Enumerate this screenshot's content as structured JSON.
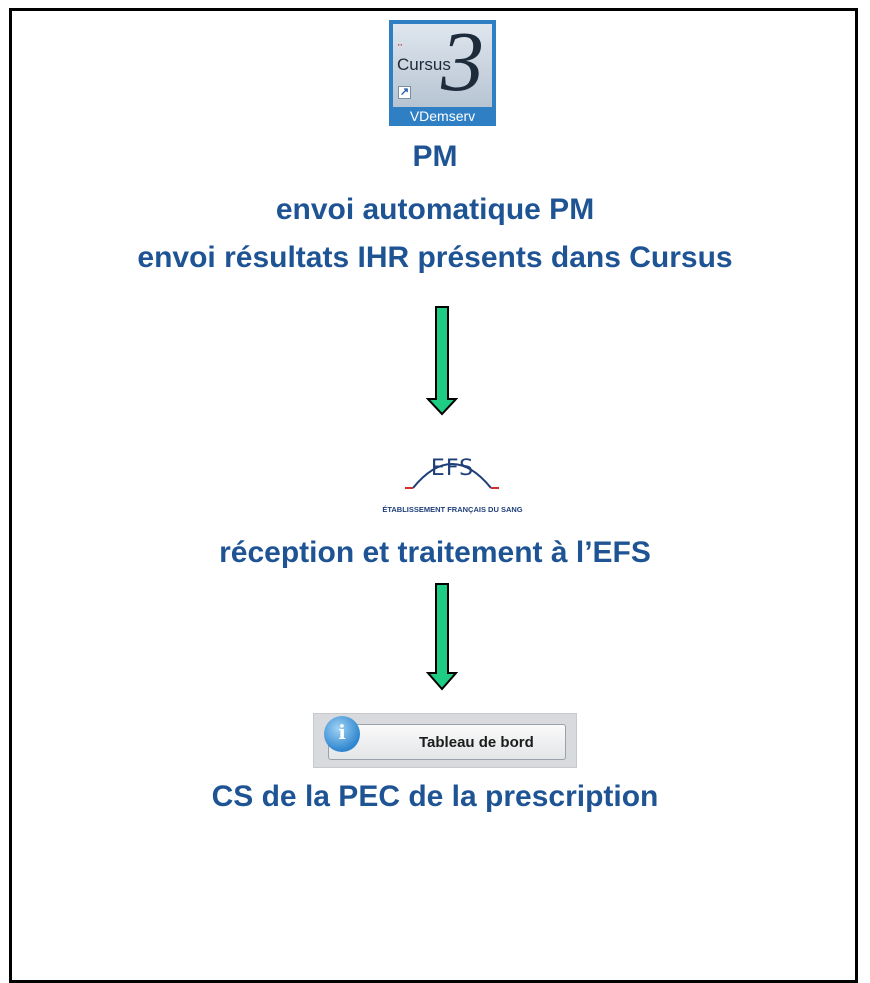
{
  "app_icon": {
    "name": "Cursus",
    "number": "3",
    "label": "VDemserv"
  },
  "step1": {
    "title": "PM",
    "line1": "envoi automatique PM",
    "line2": "envoi résultats IHR présents dans Cursus"
  },
  "efs_logo": {
    "word": "EFS",
    "subtitle": "ÉTABLISSEMENT FRANÇAIS DU SANG"
  },
  "step2": {
    "text": "réception et traitement à l’EFS"
  },
  "dashboard_button": {
    "label": "Tableau de bord",
    "icon": "info-icon"
  },
  "step3": {
    "text": "CS de la PEC de la prescription"
  },
  "colors": {
    "text": "#1f5494",
    "arrow_fill": "#1fcc84",
    "frame": "#000000"
  }
}
